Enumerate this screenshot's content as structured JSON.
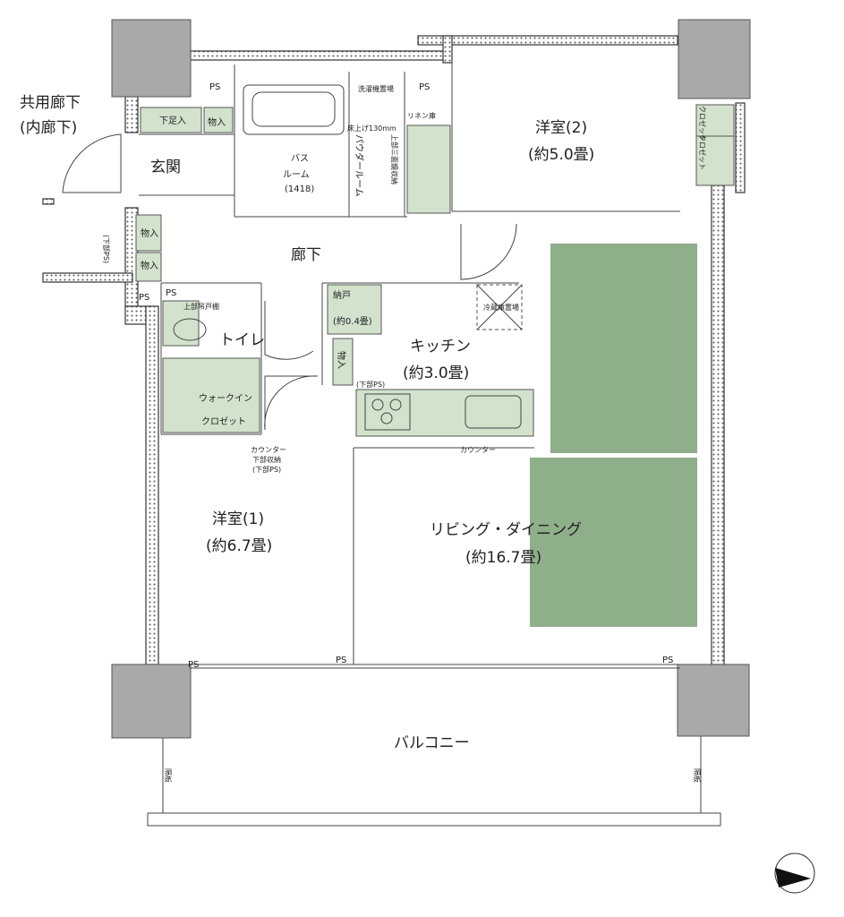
{
  "rooms": {
    "common_corridor": "共用廊下",
    "common_corridor_sub": "(内廊下)",
    "entrance": "玄関",
    "shoes_storage": "下足入",
    "storage": "物入",
    "bath": "バス",
    "bath_room": "ルーム",
    "bath_size": "(1418)",
    "powder_room": "パウダールーム",
    "floor_note": "床上げ130mm",
    "laundry": "洗濯機置場",
    "mirror_storage": "上部三面鏡収納",
    "linen": "リネン庫",
    "western2": "洋室(2)",
    "western2_size": "(約5.0畳)",
    "closet": "クロゼット",
    "hallway": "廊下",
    "lower_ps": "(下部PS)",
    "ps": "PS",
    "nando": "納戸",
    "nando_size": "(約0.4畳)",
    "fridge": "冷蔵庫置場",
    "kitchen": "キッチン",
    "kitchen_size": "(約3.0畳)",
    "toilet": "トイレ",
    "toilet_shelf": "上部吊戸棚",
    "walkin": "ウォークイン",
    "walkin_closet": "クロゼット",
    "counter_storage_1": "カウンター",
    "counter_storage_2": "下部収納",
    "counter_storage_3": "(下部PS)",
    "counter": "カウンター",
    "western1": "洋室(1)",
    "western1_size": "(約6.7畳)",
    "living": "リビング・ダイニング",
    "living_size": "(約16.7畳)",
    "balcony": "バルコニー",
    "partition": "隔板"
  },
  "colors": {
    "green_area": "#8fae8a",
    "light_green": "#d2e2cc",
    "pillar": "#a9a9a9"
  },
  "icons": [
    "compass-icon"
  ]
}
